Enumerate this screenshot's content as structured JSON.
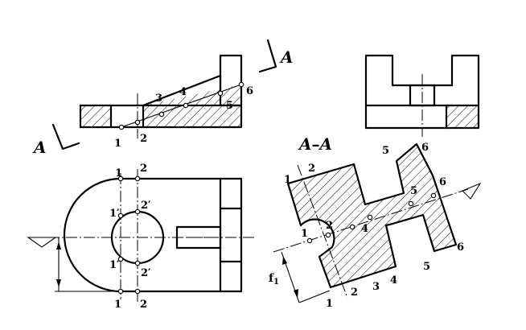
{
  "section_name": "A",
  "section_title": "A–A",
  "dimension_label": "f",
  "dimension_sub": "1",
  "labels_front": [
    "1",
    "2",
    "3",
    "4",
    "5",
    "6"
  ],
  "labels_top": [
    "1",
    "2",
    "1′",
    "2′",
    "1′",
    "2′",
    "1",
    "2"
  ],
  "labels_section": [
    "1",
    "2",
    "3",
    "4",
    "5",
    "6",
    "1",
    "2",
    "4",
    "5",
    "6",
    "1",
    "2",
    "5",
    "6"
  ]
}
